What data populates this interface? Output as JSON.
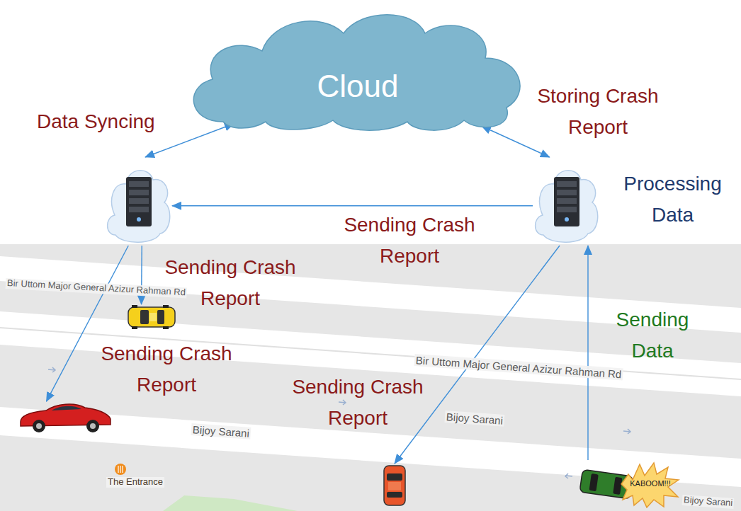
{
  "diagram": {
    "nodes": [
      {
        "text": [
          "Cloud"
        ]
      },
      {
        "text": []
      },
      {
        "text": [
          "Processing Data"
        ]
      },
      {
        "text": []
      },
      {
        "text": []
      },
      {
        "text": []
      },
      {
        "text": [
          "KABOOM!!!"
        ]
      }
    ],
    "edges": [
      {
        "from": 1,
        "to": 0,
        "arrow": "both",
        "label": "Data Syncing"
      },
      {
        "from": 2,
        "to": 0,
        "arrow": "both",
        "label": "Storing Crash Report"
      },
      {
        "from": 2,
        "to": 1,
        "arrow": "to",
        "label": "Sending Crash Report"
      },
      {
        "from": 1,
        "to": 3,
        "arrow": "to",
        "label": "Sending Crash Report"
      },
      {
        "from": 1,
        "to": 4,
        "arrow": "to",
        "label": "Sending Crash Report"
      },
      {
        "from": 2,
        "to": 5,
        "arrow": "to",
        "label": "Sending Crash Report"
      },
      {
        "from": 6,
        "to": 2,
        "arrow": "to",
        "label": "Sending Data"
      }
    ],
    "labels": [
      "Bir Uttom Major General Azizur Rahman Rd",
      "Bir Uttom Major General Azizur Rahman Rd",
      "Bijoy Sarani",
      "Bijoy Sarani",
      "Bijoy Sarani",
      "The Entrance"
    ]
  }
}
